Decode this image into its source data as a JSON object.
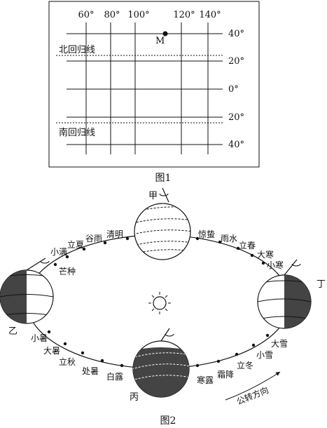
{
  "figure1": {
    "caption": "图1",
    "longitudes": [
      "60°",
      "80°",
      "100°",
      "120°",
      "140°"
    ],
    "latitudes": [
      "40°",
      "20°",
      "0°",
      "20°",
      "40°"
    ],
    "tropic_north_label": "北回归线",
    "tropic_south_label": "南回归线",
    "point_label": "M"
  },
  "figure2": {
    "caption": "图2",
    "earth_labels": [
      "甲",
      "乙",
      "丙",
      "丁"
    ],
    "solar_terms": [
      "清明",
      "谷雨",
      "立夏",
      "小满",
      "芒种",
      "惊蛰",
      "雨水",
      "立春",
      "大寒",
      "小寒",
      "小暑",
      "大暑",
      "立秋",
      "处暑",
      "白露",
      "寒露",
      "霜降",
      "立冬",
      "小雪",
      "大雪"
    ],
    "orbit_direction_label": "公转方向"
  }
}
